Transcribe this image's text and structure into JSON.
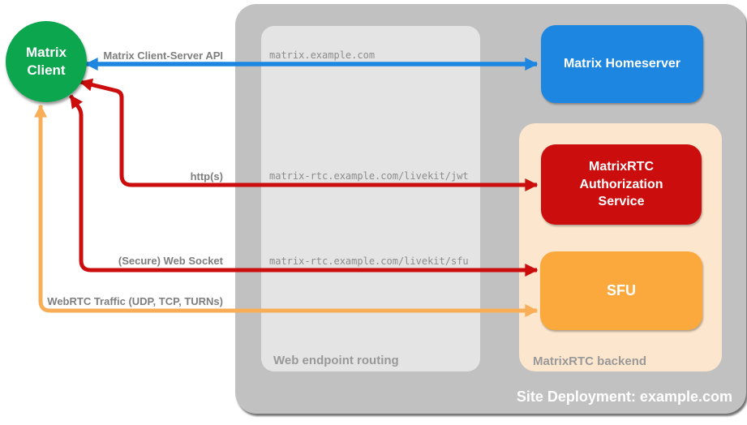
{
  "canvas": {
    "background": "#ffffff"
  },
  "client": {
    "label": "Matrix Client",
    "color": "#0ca64f",
    "text_color": "#ffffff"
  },
  "site": {
    "label": "Site Deployment: example.com",
    "color": "#c1c1c1",
    "label_color": "#ffffff"
  },
  "routing": {
    "label": "Web endpoint routing",
    "color": "#e4e4e4",
    "label_color": "#999999",
    "endpoints": [
      "matrix.example.com",
      "matrix-rtc.example.com/livekit/jwt",
      "matrix-rtc.example.com/livekit/sfu"
    ]
  },
  "backend": {
    "label": "MatrixRTC backend",
    "color": "#fce6cd",
    "label_color": "#999999"
  },
  "nodes": {
    "homeserver": {
      "label": "Matrix Homeserver",
      "color": "#1c86e0"
    },
    "auth": {
      "label": "MatrixRTC Authorization Service",
      "color": "#cb0d0d"
    },
    "sfu": {
      "label": "SFU",
      "color": "#fba93c"
    }
  },
  "connections": [
    {
      "label": "Matrix Client-Server API",
      "color": "#1c86e0",
      "from": "Matrix Client",
      "to": "Matrix Homeserver",
      "bidirectional": true
    },
    {
      "label": "http(s)",
      "color": "#cb0d0d",
      "from": "Matrix Client",
      "to": "MatrixRTC Authorization Service",
      "bidirectional": true
    },
    {
      "label": "(Secure) Web Socket",
      "color": "#cb0d0d",
      "from": "Matrix Client",
      "to": "SFU",
      "bidirectional": true
    },
    {
      "label": "WebRTC Traffic (UDP, TCP, TURNs)",
      "color": "#f8ae57",
      "from": "Matrix Client",
      "to": "SFU",
      "bidirectional": true
    }
  ]
}
